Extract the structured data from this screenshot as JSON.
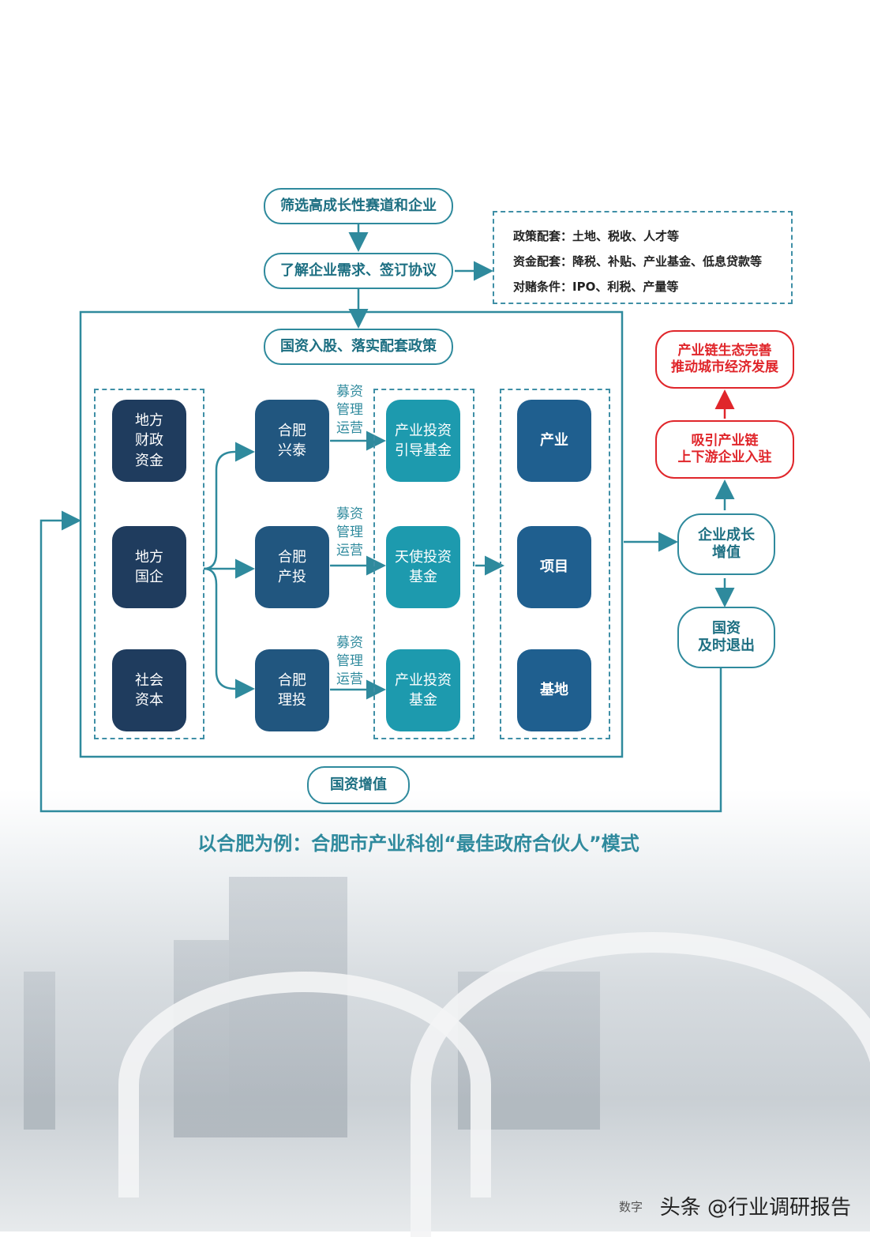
{
  "flow": {
    "step1": "筛选高成长性赛道和企业",
    "step2": "了解企业需求、签订协议",
    "step3": "国资入股、落实配套政策",
    "return_label": "国资增值"
  },
  "notes": [
    "政策配套：土地、税收、人才等",
    "资金配套：降税、补贴、产业基金、低息贷款等",
    "对赌条件：IPO、利税、产量等"
  ],
  "sources": [
    "地方\n财政\n资金",
    "地方\n国企",
    "社会\n资本"
  ],
  "platforms": [
    "合肥\n兴泰",
    "合肥\n产投",
    "合肥\n理投"
  ],
  "fund_action": "募资\n管理\n运营",
  "funds": [
    "产业投资\n引导基金",
    "天使投资\n基金",
    "产业投资\n基金"
  ],
  "targets": [
    "产业",
    "项目",
    "基地"
  ],
  "right": {
    "growth": "企业成长\n增值",
    "exit": "国资\n及时退出",
    "attract": "吸引产业链\n上下游企业入驻",
    "eco": "产业链生态完善\n推动城市经济发展"
  },
  "caption": "以合肥为例：合肥市产业科创“最佳政府合伙人”模式",
  "watermark": "头条 @行业调研报告",
  "watermark_small": "数字",
  "colors": {
    "teal": "#2f8a9d",
    "red": "#e0262b",
    "navy": "#1f3c5e",
    "fund": "#1d9aae"
  }
}
